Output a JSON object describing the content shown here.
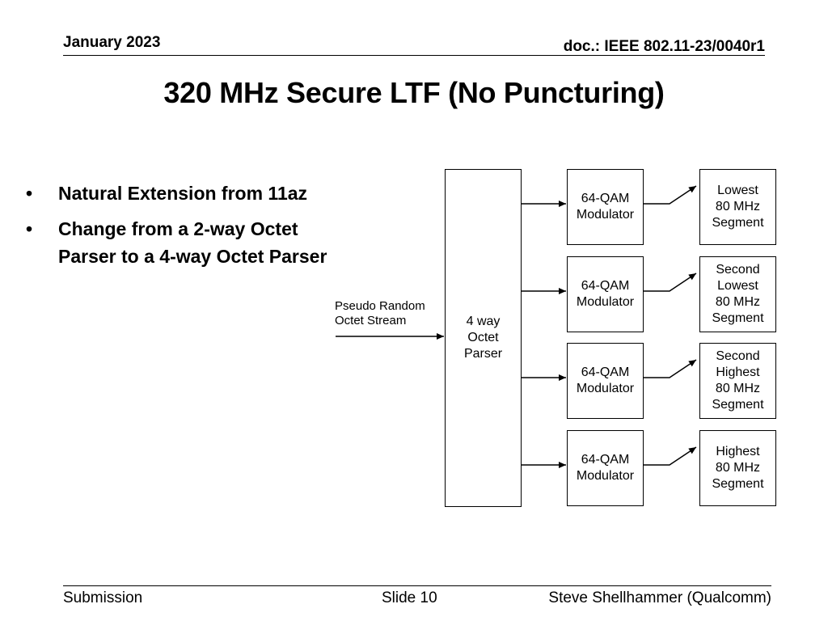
{
  "header": {
    "date": "January 2023",
    "doc_id": "doc.: IEEE 802.11-23/0040r1"
  },
  "title": "320 MHz Secure LTF (No Puncturing)",
  "bullets": [
    "Natural Extension from 11az",
    "Change from a 2-way Octet Parser to a 4-way Octet Parser"
  ],
  "bullet_glyph": "•",
  "diagram": {
    "input_label": "Pseudo Random\nOctet Stream",
    "parser_label": "4 way\nOctet\nParser",
    "modulators": [
      "64-QAM\nModulator",
      "64-QAM\nModulator",
      "64-QAM\nModulator",
      "64-QAM\nModulator"
    ],
    "segments": [
      "Lowest\n80 MHz\nSegment",
      "Second\nLowest\n80 MHz\nSegment",
      "Second\nHighest\n80 MHz\nSegment",
      "Highest\n80 MHz\nSegment"
    ]
  },
  "footer": {
    "left": "Submission",
    "center": "Slide 10",
    "right": "Steve Shellhammer (Qualcomm)"
  }
}
